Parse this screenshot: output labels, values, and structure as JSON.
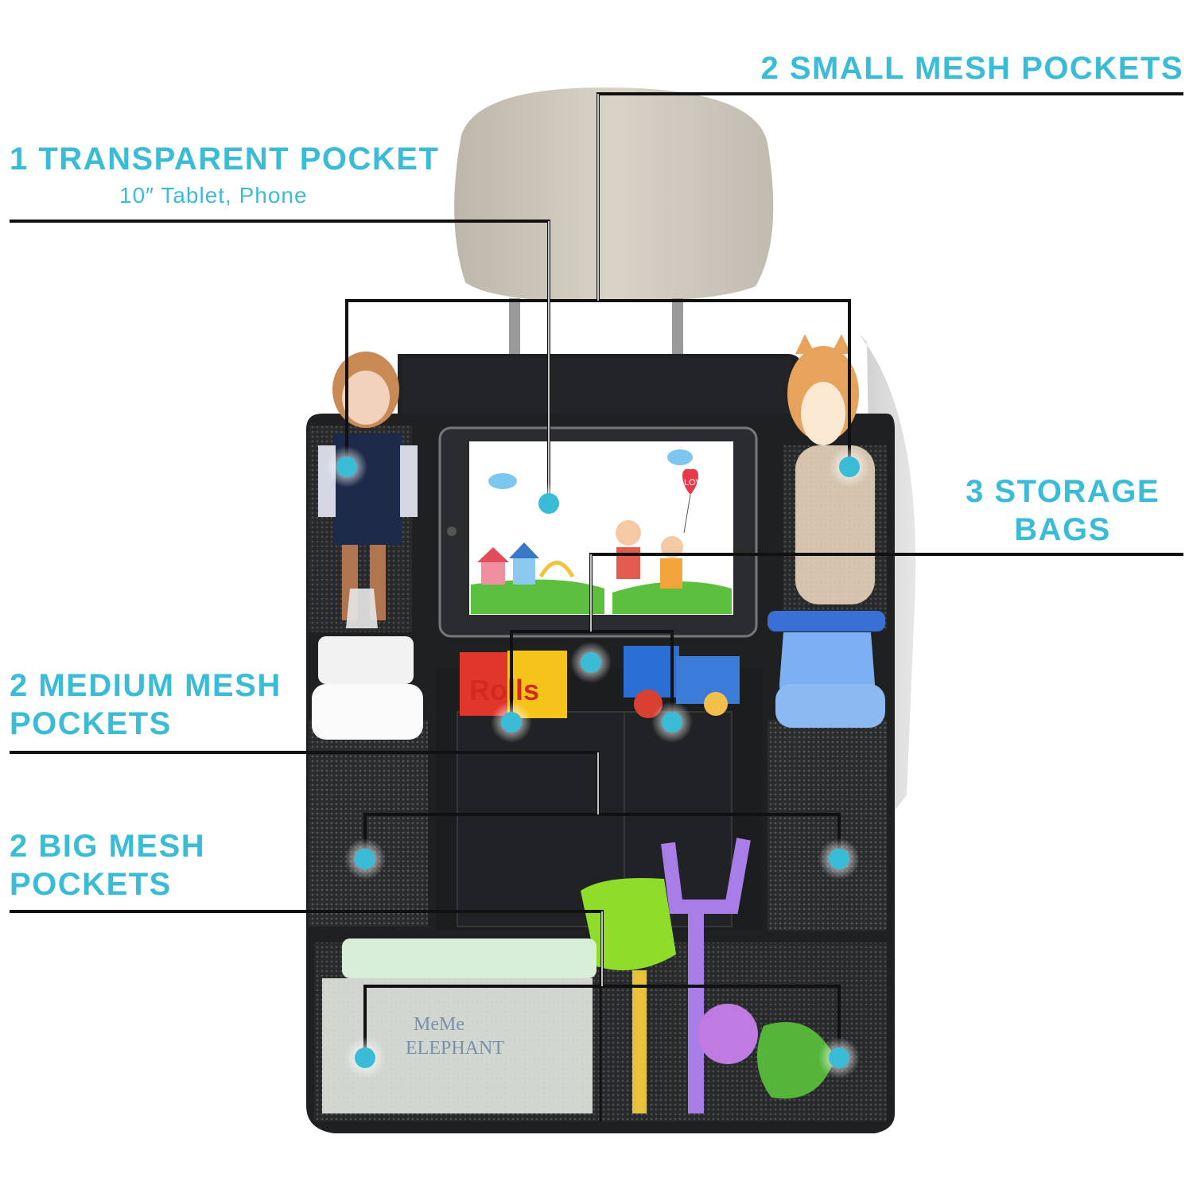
{
  "callouts": {
    "small_mesh": {
      "title": "2 SMALL MESH POCKETS"
    },
    "transparent": {
      "title": "1 TRANSPARENT POCKET",
      "subtitle": "10″ Tablet, Phone"
    },
    "storage": {
      "line1": "3 STORAGE",
      "line2": "BAGS"
    },
    "medium_mesh": {
      "line1": "2 MEDIUM MESH",
      "line2": "POCKETS"
    },
    "big_mesh": {
      "line1": "2 BIG MESH",
      "line2": "POCKETS"
    }
  },
  "product": {
    "snack_brand": "Rolls",
    "wipes_brand_line1": "MeMe",
    "wipes_brand_line2": "ELEPHANT",
    "balloon_text": "LOVE"
  },
  "colors": {
    "accent": "#3bbcd6",
    "callout_dot": "#3bbcd6",
    "organizer": "#1f2022",
    "headrest": "#cfc8bc",
    "leader_line": "#111111"
  },
  "icons": {
    "callout_dot": "dot-icon"
  }
}
